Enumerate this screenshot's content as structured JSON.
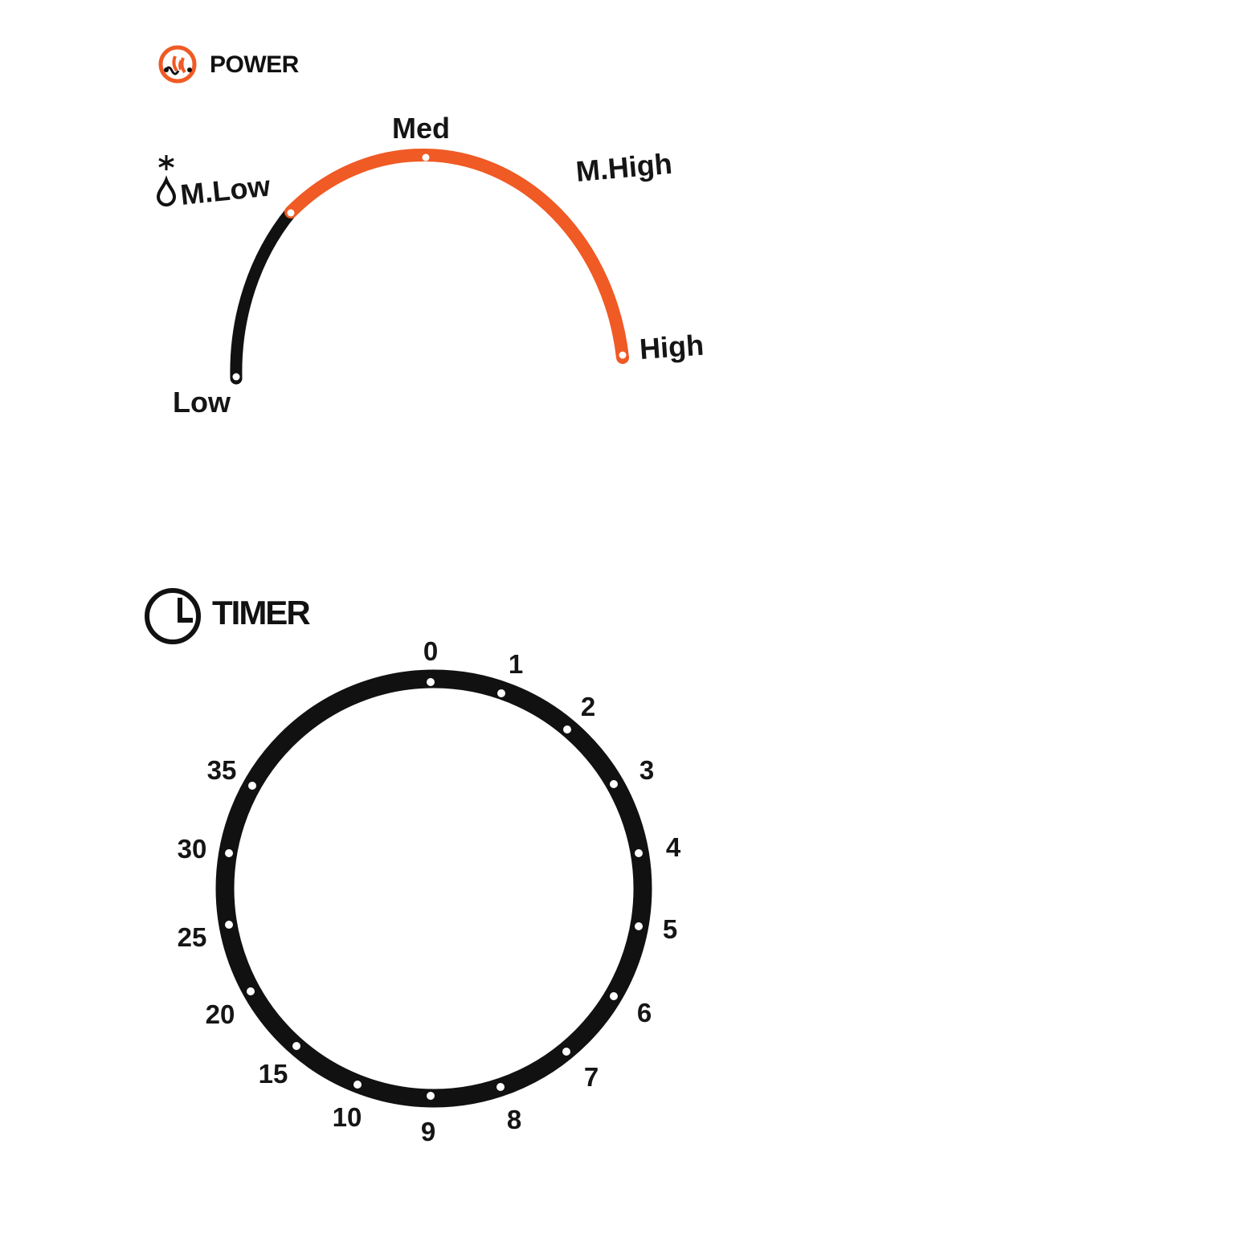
{
  "power": {
    "title": "POWER",
    "icon": "power-wave-icon",
    "settings": [
      "Low",
      "M.Low",
      "Med",
      "M.High",
      "High"
    ],
    "defrost_icons": [
      "snowflake-icon",
      "droplet-icon"
    ],
    "colors": {
      "active_arc": "#f05a24",
      "inactive_arc": "#111111",
      "icon_ring": "#f05a24"
    }
  },
  "timer": {
    "title": "TIMER",
    "icon": "clock-icon",
    "marks": [
      "0",
      "1",
      "2",
      "3",
      "4",
      "5",
      "6",
      "7",
      "8",
      "9",
      "10",
      "15",
      "20",
      "25",
      "30",
      "35"
    ],
    "colors": {
      "ring": "#111111"
    }
  }
}
